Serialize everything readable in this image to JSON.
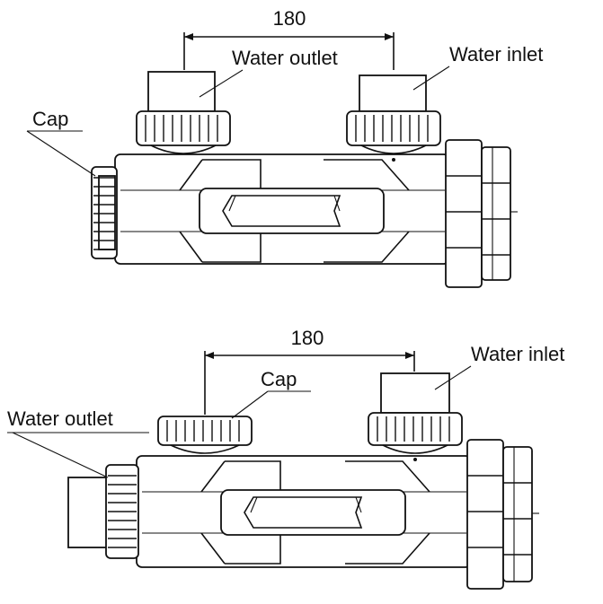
{
  "diagram_top": {
    "dimension": "180",
    "labels": {
      "water_outlet": "Water outlet",
      "water_inlet": "Water inlet",
      "cap": "Cap"
    }
  },
  "diagram_bottom": {
    "dimension": "180",
    "labels": {
      "water_inlet": "Water inlet",
      "cap": "Cap",
      "water_outlet": "Water outlet"
    }
  },
  "colors": {
    "line": "#111111",
    "background": "#ffffff"
  }
}
